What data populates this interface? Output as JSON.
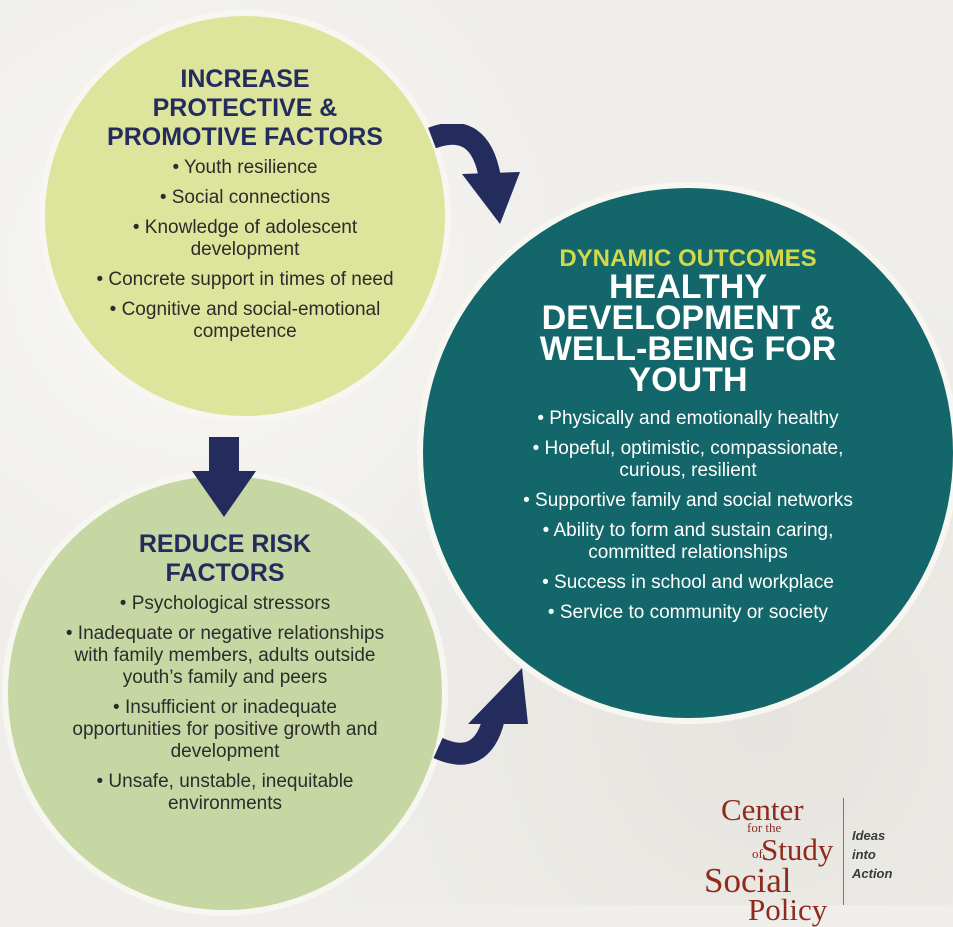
{
  "protective": {
    "heading": [
      "INCREASE",
      "PROTECTIVE &",
      "PROMOTIVE FACTORS"
    ],
    "bullets": [
      "• Youth resilience",
      "• Social connections",
      "• Knowledge of adolescent development",
      "• Concrete support in times of need",
      "• Cognitive and social-emotional competence"
    ]
  },
  "risk": {
    "heading": [
      "REDUCE RISK",
      "FACTORS"
    ],
    "bullets": [
      "• Psychological stressors",
      "• Inadequate or negative relationships with family members, adults outside youth’s family and peers",
      "• Insufficient or inadequate opportunities for positive growth and development",
      "• Unsafe, unstable, inequitable environments"
    ]
  },
  "outcomes": {
    "subheading": "DYNAMIC OUTCOMES",
    "heading": [
      "HEALTHY",
      "DEVELOPMENT &",
      "WELL-BEING FOR",
      "YOUTH"
    ],
    "bullets": [
      "• Physically and emotionally healthy",
      "• Hopeful, optimistic, compassionate, curious, resilient",
      "• Supportive family and social networks",
      "• Ability to form and sustain caring, committed relationships",
      "• Success in school and workplace",
      "• Service to community or society"
    ]
  },
  "logo": {
    "line1": "Center",
    "line2": "for the",
    "line3_prefix": "of",
    "line3": "Study",
    "line4": "Social",
    "line5": "Policy",
    "tagline": [
      "Ideas",
      "into",
      "Action"
    ]
  },
  "colors": {
    "protective_fill": "#dde49b",
    "risk_fill": "#c7d7a3",
    "outcomes_fill": "#136669",
    "heading_navy": "#232c5d",
    "outcomes_subheading": "#cfd94a",
    "arrow": "#232c5d",
    "logo_red": "#8f2a1c"
  }
}
